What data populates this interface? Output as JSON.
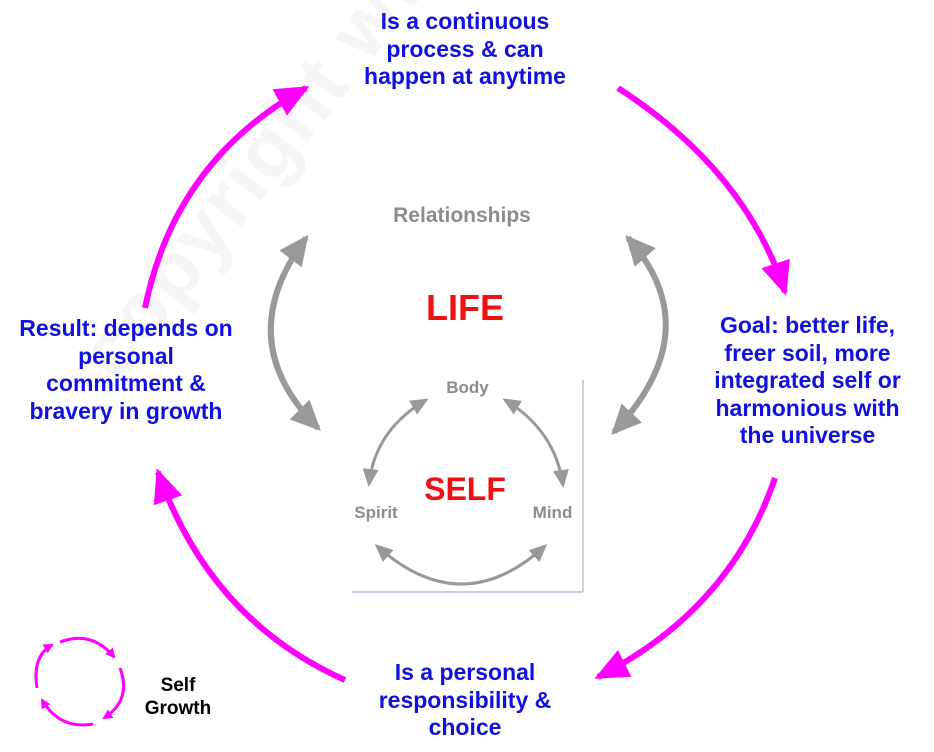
{
  "outer_cycle": {
    "top": "Is a continuous\nprocess & can\nhappen at anytime",
    "right": "Goal: better life,\nfreer soil, more\nintegrated self or\nharmonious with\nthe universe",
    "bottom": "Is a personal\nresponsibility &\nchoice",
    "left": "Result: depends on\npersonal\ncommitment &\nbravery in growth"
  },
  "middle_cycle": {
    "label": "Relationships",
    "center": "LIFE"
  },
  "inner_cycle": {
    "top": "Body",
    "right": "Mind",
    "left": "Spirit",
    "center": "SELF"
  },
  "legend": {
    "label": "Self\nGrowth"
  },
  "watermark": "copyright www.thebigbigsky.net",
  "colors": {
    "outer_arrows": "#ff00ff",
    "inner_arrows": "#999999",
    "outer_text": "#1010e0",
    "center_text": "#ee1111"
  }
}
